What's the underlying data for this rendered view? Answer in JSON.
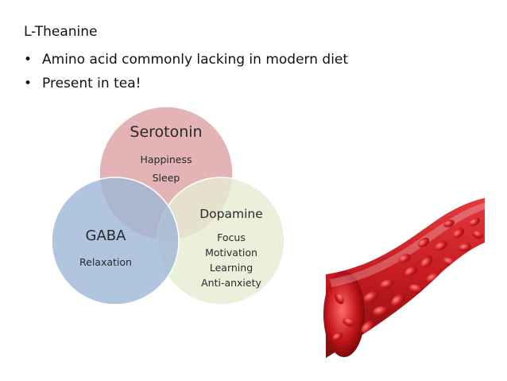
{
  "title": "L-Theanine",
  "bullets": [
    {
      "symbol": "•",
      "text": "Amino acid commonly lacking in modern diet"
    },
    {
      "symbol": "•",
      "text": "Present in tea!"
    }
  ],
  "venn": {
    "serotonin": {
      "title": "Serotonin",
      "items": [
        "Happiness",
        "Sleep"
      ],
      "color": "#d99a9c"
    },
    "gaba": {
      "title": "GABA",
      "items": [
        "Relaxation"
      ],
      "color": "#9fb6d6"
    },
    "dopamine": {
      "title": "Dopamine",
      "items": [
        "Focus",
        "Motivation",
        "Learning",
        "Anti-anxiety"
      ],
      "color": "#e6ecd2"
    }
  },
  "image": {
    "icon": "blood-vessel-illustration",
    "vessel_color": "#c21a1f"
  }
}
